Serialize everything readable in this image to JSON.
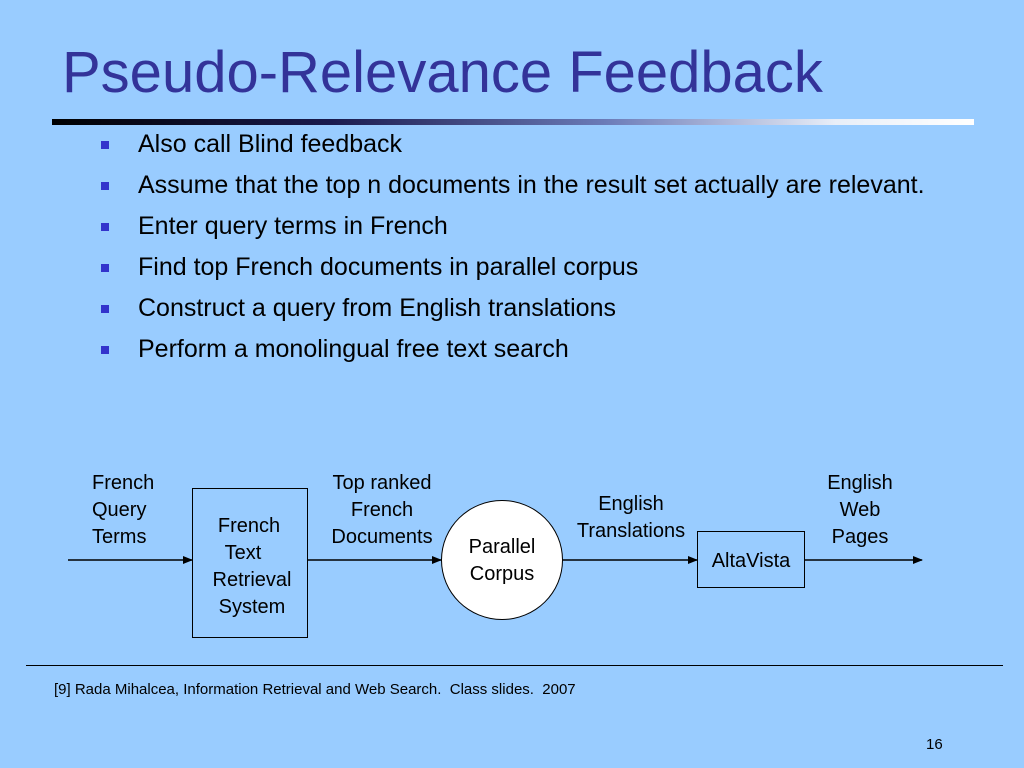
{
  "slide": {
    "title": "Pseudo-Relevance Feedback",
    "bullets": [
      "Also call Blind feedback",
      "Assume that the top n documents in the result set actually are relevant.",
      "Enter query terms in French",
      "Find top French documents in parallel corpus",
      "Construct a query from English translations",
      "Perform a monolingual free text search"
    ],
    "citation": "[9] Rada Mihalcea, Information Retrieval and Web Search.  Class slides.  2007",
    "page_number": "16"
  },
  "diagram": {
    "input_label": [
      "French",
      "Query",
      "Terms"
    ],
    "system_box": [
      "French",
      "Text",
      "Retrieval",
      "System"
    ],
    "ranked_label": [
      "Top ranked",
      "French",
      "Documents"
    ],
    "corpus_circle": [
      "Parallel",
      "Corpus"
    ],
    "translations_label": [
      "English",
      "Translations"
    ],
    "search_box": "AltaVista",
    "output_label": [
      "English",
      "Web",
      "Pages"
    ]
  }
}
